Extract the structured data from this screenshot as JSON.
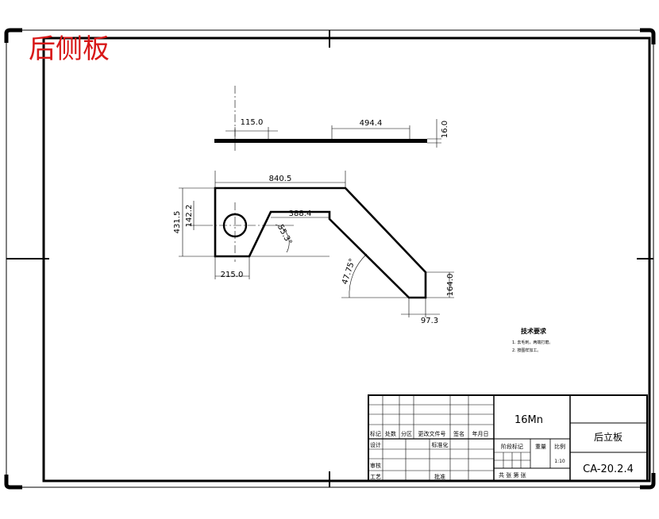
{
  "header": {
    "title": "后侧板"
  },
  "dimensions": {
    "d115": "115.0",
    "d494": "494.4",
    "d16": "16.0",
    "d840": "840.5",
    "d431": "431.5",
    "d142": "142.2",
    "d388": "388.4",
    "a55": "55.3°",
    "d215": "215.0",
    "a47": "47.75°",
    "d164": "164.0",
    "d97": "97.3"
  },
  "notes": {
    "title": "技术要求",
    "line1": "1. 去毛刺，两端打磨。",
    "line2": "2. 按图样加工。"
  },
  "title_block": {
    "material": "16Mn",
    "part_name": "后立板",
    "drawing_no": "CA-20.2.4",
    "scale": "1:10",
    "h_mark": "标记",
    "h_count": "处数",
    "h_zone": "分区",
    "h_doc": "更改文件号",
    "h_sign": "签名",
    "h_date": "年月日",
    "design": "设计",
    "standard": "标准化",
    "stage": "阶段标记",
    "weight": "重量",
    "ratio": "比例",
    "review": "审核",
    "process": "工艺",
    "approve": "批准",
    "sheets": "共  张 第  张"
  }
}
